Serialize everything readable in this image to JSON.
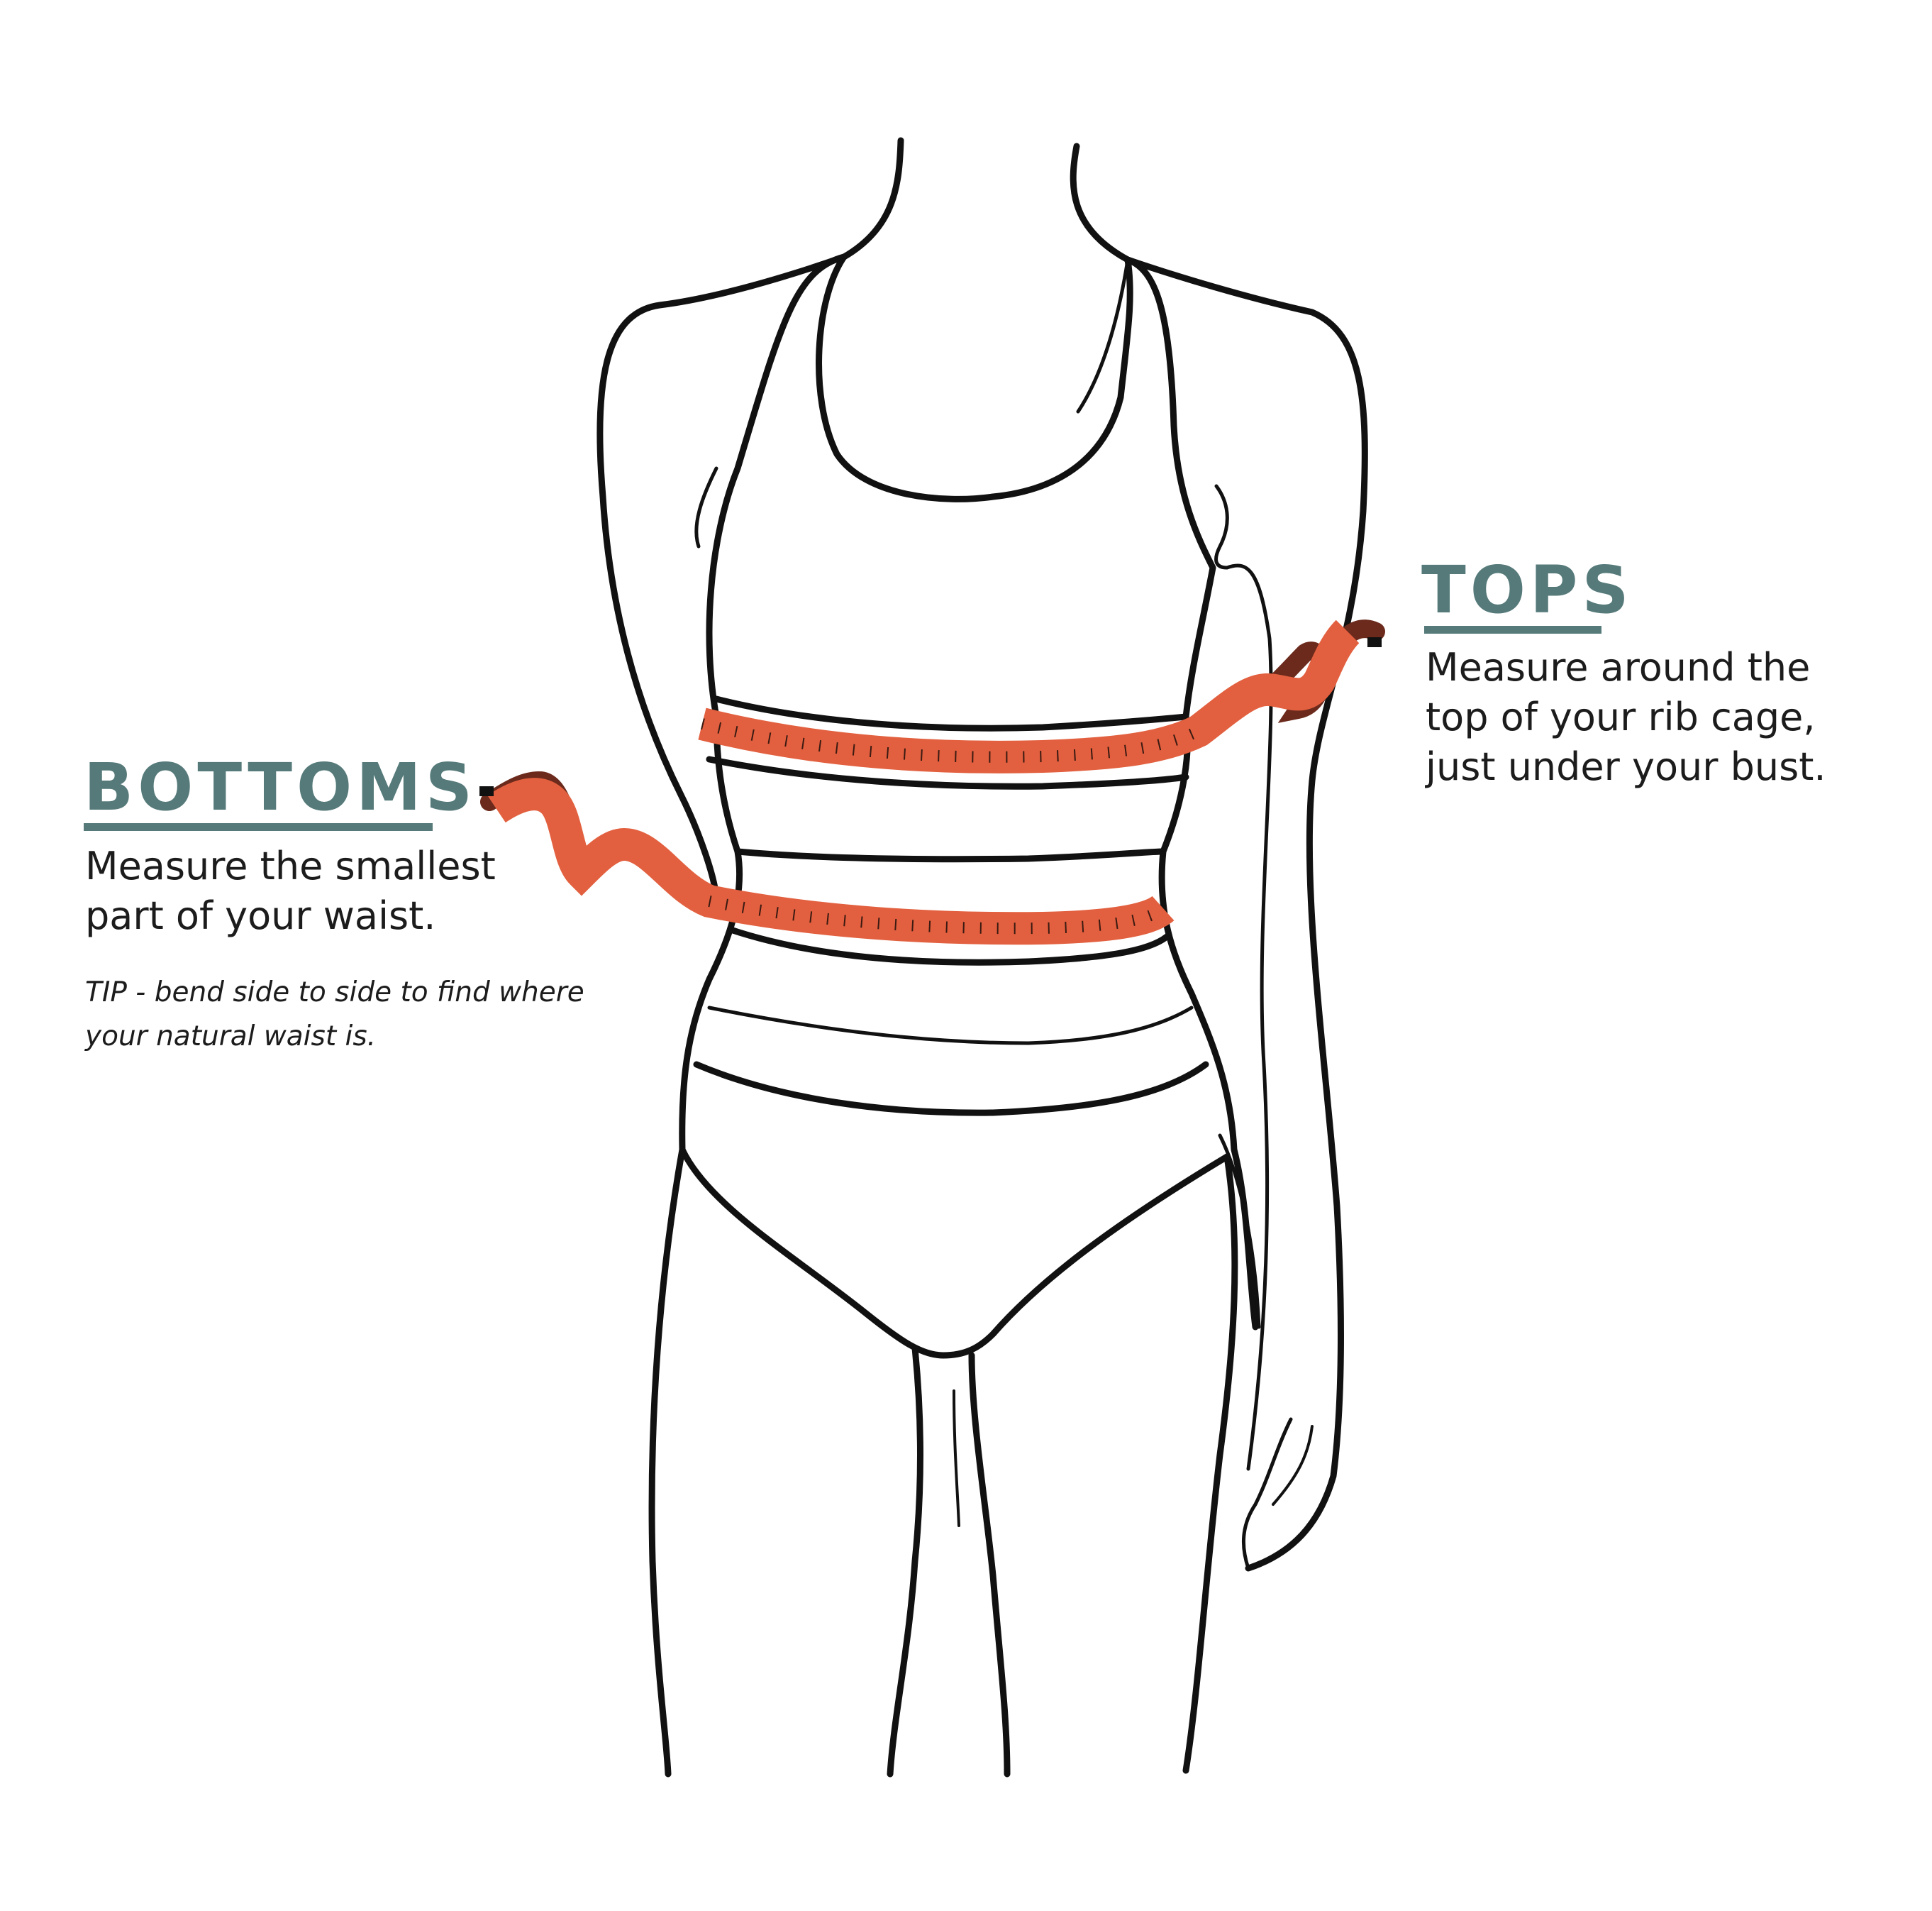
{
  "colors": {
    "heading": "#567A7A",
    "tape": "#E2603F",
    "tape_back": "#6B2A1C",
    "outline": "#111111",
    "background": "#FFFFFF"
  },
  "bottoms": {
    "heading": "BOTTOMS",
    "desc_line1": "Measure the smallest",
    "desc_line2": "part of your waist.",
    "tip_line1": "TIP - bend side to side to find where",
    "tip_line2": "your natural waist is."
  },
  "tops": {
    "heading": "TOPS",
    "desc_line1": "Measure around the",
    "desc_line2": "top of your rib cage,",
    "desc_line3": "just under your bust."
  }
}
